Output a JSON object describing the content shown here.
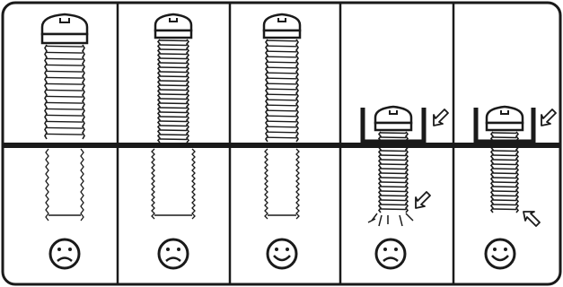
{
  "diagram": {
    "colors": {
      "ink": "#1a1a1a",
      "paper": "#ffffff",
      "thread": "#8a8a8a"
    },
    "panels": [
      {
        "id": "p1",
        "head_icon": "pan-head-screw-icon",
        "thread": "fine",
        "hole_thread": "coarse",
        "washer": false,
        "outcome": "sad"
      },
      {
        "id": "p2",
        "head_icon": "pan-head-screw-icon",
        "thread": "coarse",
        "hole_thread": "fine",
        "washer": false,
        "outcome": "sad"
      },
      {
        "id": "p3",
        "head_icon": "pan-head-screw-icon",
        "thread": "fine",
        "hole_thread": "fine",
        "washer": false,
        "outcome": "happy"
      },
      {
        "id": "p4",
        "head_icon": "pan-head-screw-icon",
        "thread": "fine",
        "hole_thread": "cracked",
        "washer": true,
        "outcome": "sad"
      },
      {
        "id": "p5",
        "head_icon": "pan-head-screw-icon",
        "thread": "fine",
        "hole_thread": "fine",
        "washer": true,
        "outcome": "happy"
      }
    ]
  }
}
